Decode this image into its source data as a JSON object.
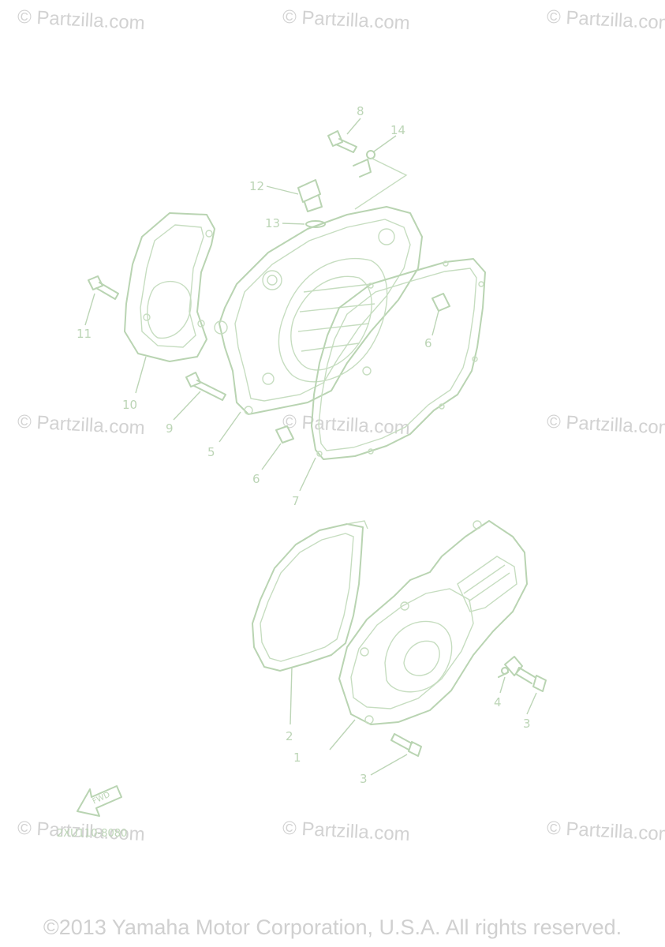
{
  "watermark": "© Partzilla.com",
  "diagram_code": "2XU110-8080",
  "fwd_label": "FWD",
  "copyright": "©2013 Yamaha Motor Corporation, U.S.A. All rights reserved.",
  "callouts": {
    "c1": "1",
    "c2": "2",
    "c3a": "3",
    "c3b": "3",
    "c4": "4",
    "c5": "5",
    "c6a": "6",
    "c6b": "6",
    "c7": "7",
    "c8": "8",
    "c9": "9",
    "c10": "10",
    "c11": "11",
    "c12": "12",
    "c13": "13",
    "c14": "14"
  },
  "colors": {
    "line": "#b9d4b2",
    "watermark": "#d2d2d2",
    "copyright": "#d0d0d0"
  }
}
